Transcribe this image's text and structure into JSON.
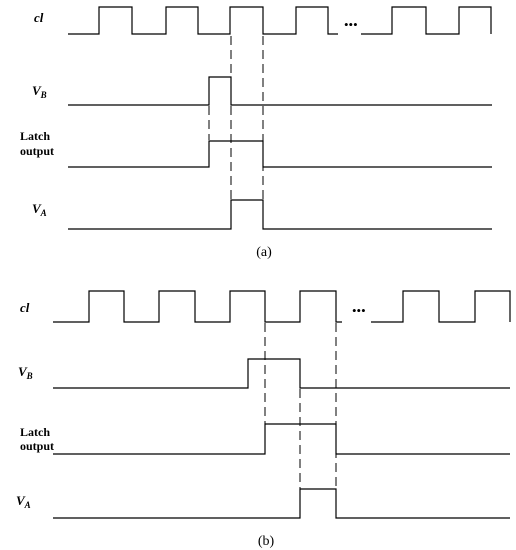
{
  "panel_a": {
    "label_cl": "cl",
    "label_vb_main": "V",
    "label_vb_sub": "B",
    "label_latch_1": "Latch",
    "label_latch_2": "output",
    "label_va_main": "V",
    "label_va_sub": "A",
    "ellipsis": "•••",
    "caption": "(a)"
  },
  "panel_b": {
    "label_cl": "cl",
    "label_vb_main": "V",
    "label_vb_sub": "B",
    "label_latch_1": "Latch",
    "label_latch_2": "output",
    "label_va_main": "V",
    "label_va_sub": "A",
    "ellipsis": "•••",
    "caption": "(b)"
  }
}
